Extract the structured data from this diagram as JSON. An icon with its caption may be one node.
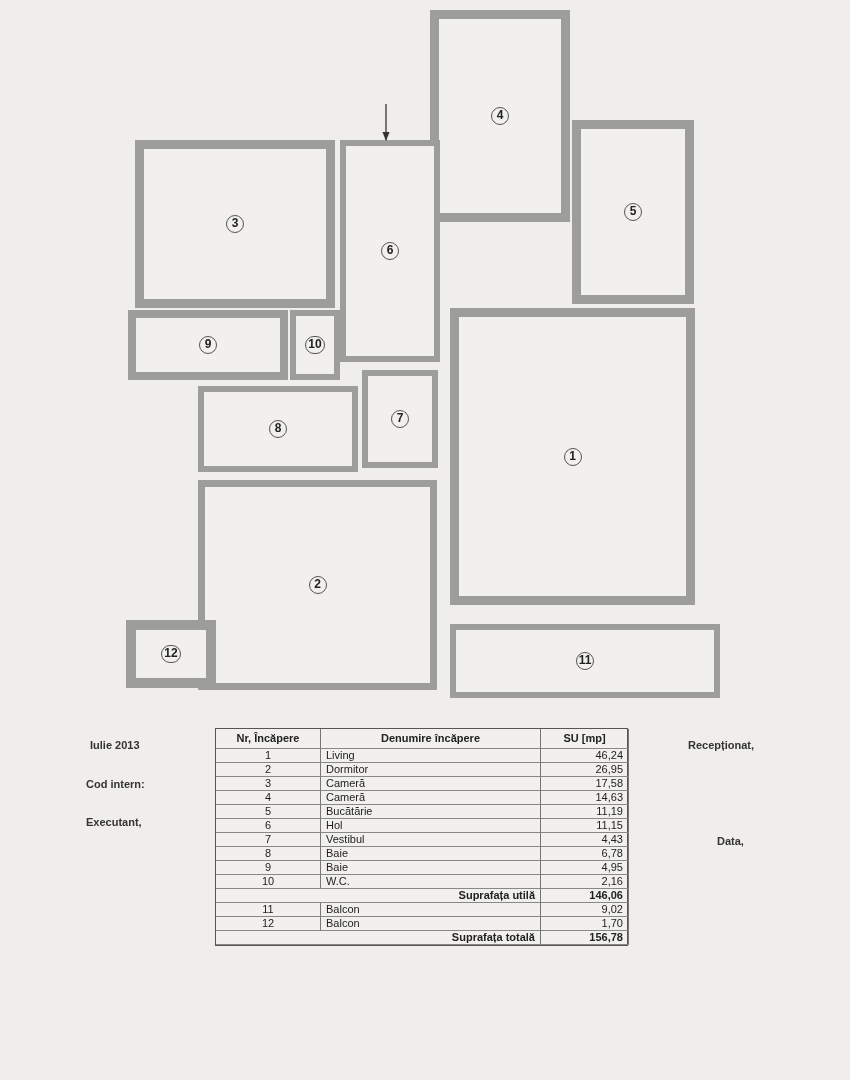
{
  "diagram": {
    "nodes": [
      {
        "text": [
          "1"
        ]
      },
      {
        "text": [
          "2"
        ]
      },
      {
        "text": [
          "3"
        ]
      },
      {
        "text": [
          "4"
        ]
      },
      {
        "text": [
          "5"
        ]
      },
      {
        "text": [
          "6"
        ]
      },
      {
        "text": [
          "7"
        ]
      },
      {
        "text": [
          "8"
        ]
      },
      {
        "text": [
          "9"
        ]
      },
      {
        "text": [
          "10"
        ]
      },
      {
        "text": [
          "12"
        ]
      },
      {
        "text": [
          "11"
        ]
      }
    ],
    "edges": [
      {
        "from": null,
        "to": 5,
        "arrow": "to"
      }
    ],
    "labels": [
      "Iulie 2013",
      "Cod intern:",
      "Executant,",
      "Recepționat,",
      "Data,",
      "Nr, Încăpere",
      "Denumire încăpere",
      "SU [mp]",
      "1",
      "Living",
      "46,24",
      "2",
      "Dormitor",
      "26,95",
      "3",
      "Cameră",
      "17,58",
      "4",
      "Cameră",
      "14,63",
      "5",
      "Bucătărie",
      "11,19",
      "6",
      "Hol",
      "11,15",
      "7",
      "Vestibul",
      "4,43",
      "8",
      "Baie",
      "6,78",
      "9",
      "Baie",
      "4,95",
      "10",
      "W.C.",
      "2,16",
      "Suprafața utilă",
      "146,06",
      "11",
      "Balcon",
      "9,02",
      "12",
      "Balcon",
      "1,70",
      "Suprafața totală",
      "156,78"
    ]
  }
}
